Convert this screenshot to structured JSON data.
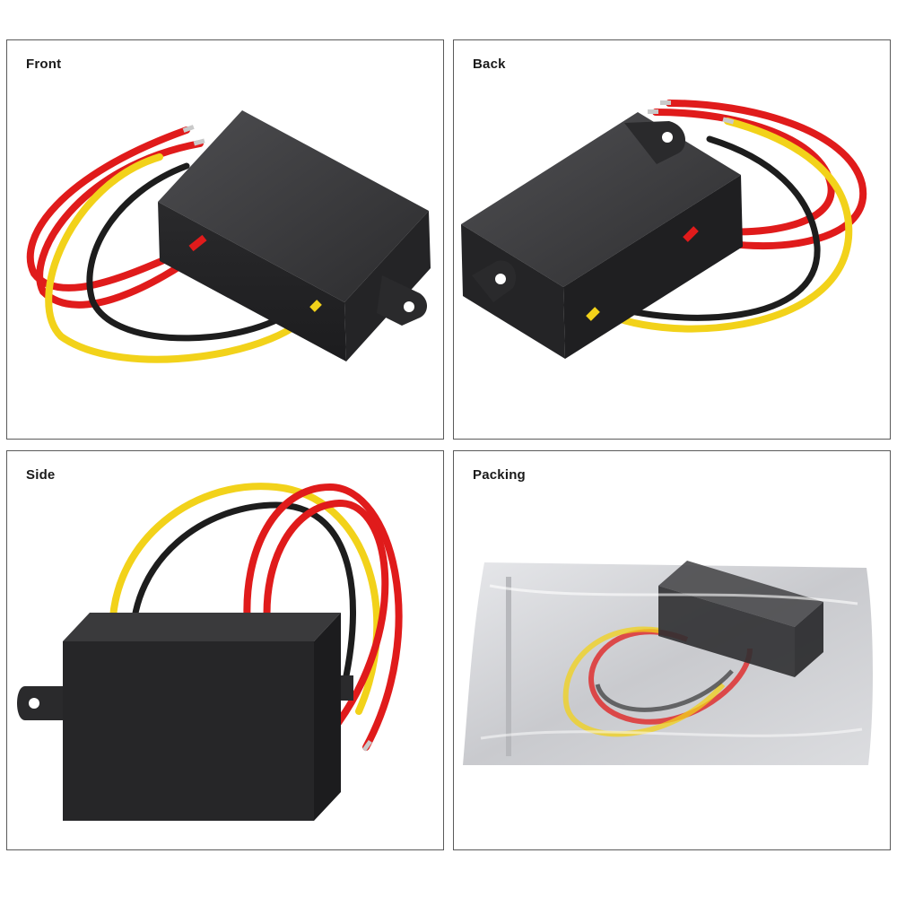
{
  "panels": {
    "front": {
      "label": "Front"
    },
    "back": {
      "label": "Back"
    },
    "side": {
      "label": "Side"
    },
    "packing": {
      "label": "Packing"
    }
  },
  "colors": {
    "housing": "#2f2f31",
    "housing_light": "#4a4a4c",
    "wire_red": "#e01b1b",
    "wire_yellow": "#f2d21a",
    "wire_black": "#1d1d1d",
    "bag": "#d9dade",
    "panel_border": "#5a5a5a"
  }
}
